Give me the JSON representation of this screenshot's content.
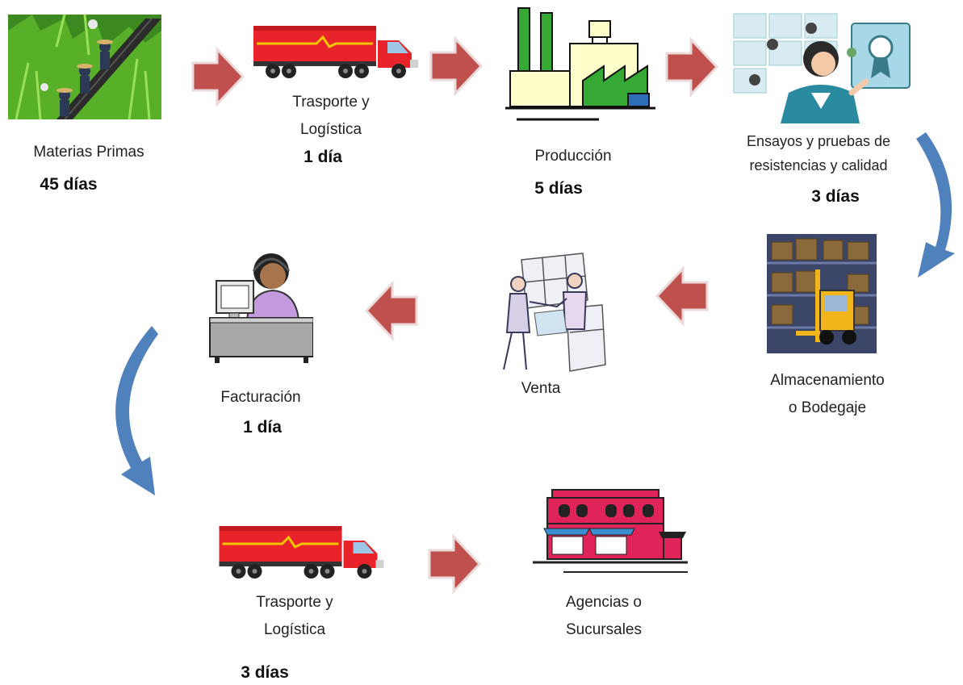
{
  "stages": [
    {
      "id": "raw",
      "label": "Materias Primas",
      "duration": "45 días",
      "icon": "farm-field-icon"
    },
    {
      "id": "transport1",
      "label_lines": [
        "Trasporte y",
        "Logística"
      ],
      "duration": "1 día",
      "icon": "truck-icon"
    },
    {
      "id": "production",
      "label": "Producción",
      "duration": "5 días",
      "icon": "factory-icon"
    },
    {
      "id": "tests",
      "label_lines": [
        "Ensayos y pruebas de",
        "resistencias y calidad"
      ],
      "duration": "3 días",
      "icon": "quality-control-icon"
    },
    {
      "id": "storage",
      "label_lines": [
        "Almacenamiento",
        "o Bodegaje"
      ],
      "icon": "warehouse-forklift-icon"
    },
    {
      "id": "sale",
      "label": "Venta",
      "icon": "sales-people-icon"
    },
    {
      "id": "billing",
      "label": "Facturación",
      "duration": "1 día",
      "icon": "call-center-desk-icon"
    },
    {
      "id": "transport2",
      "label_lines": [
        "Trasporte y",
        "Logística"
      ],
      "duration": "3 días",
      "icon": "truck-icon"
    },
    {
      "id": "agencies",
      "label_lines": [
        "Agencias o",
        "Sucursales"
      ],
      "icon": "store-building-icon"
    }
  ],
  "colors": {
    "arrow": "#c0504d",
    "curved_arrow": "#4f81bd",
    "truck": "#e8242a",
    "factory": "#36a935",
    "store": "#e0245a"
  }
}
